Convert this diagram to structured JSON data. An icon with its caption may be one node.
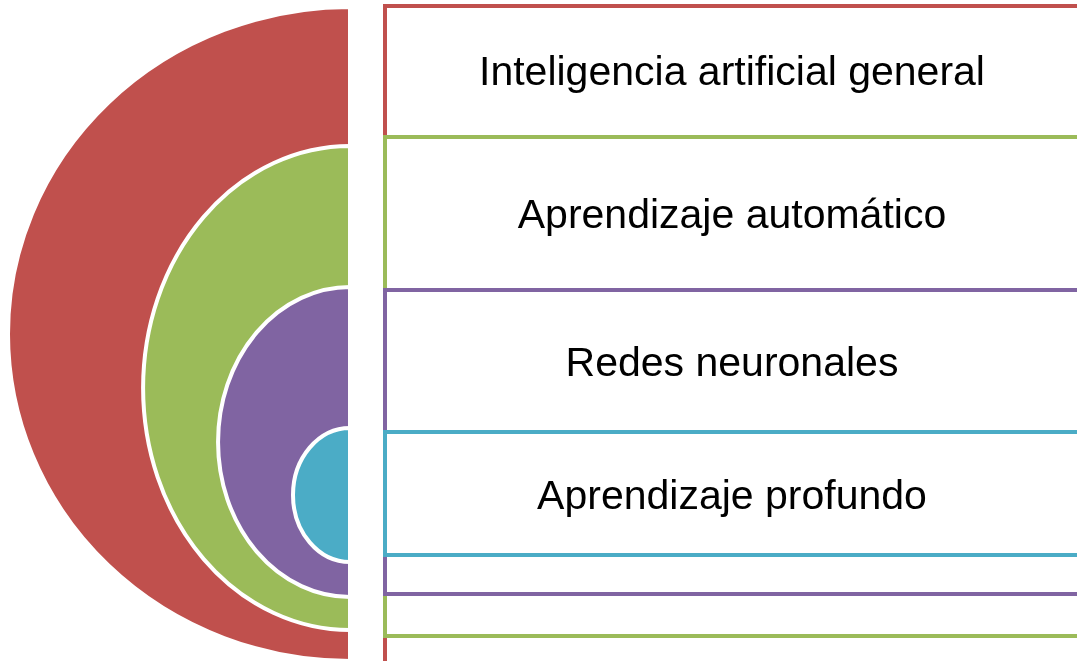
{
  "diagram": {
    "nodes": [
      {
        "text": [
          "Inteligencia artificial general"
        ]
      },
      {
        "text": [
          "Aprendizaje automático"
        ],
        "in": 0
      },
      {
        "text": [
          "Redes neuronales"
        ],
        "in": 1
      },
      {
        "text": [
          "Aprendizaje profundo"
        ],
        "in": 2
      }
    ]
  }
}
